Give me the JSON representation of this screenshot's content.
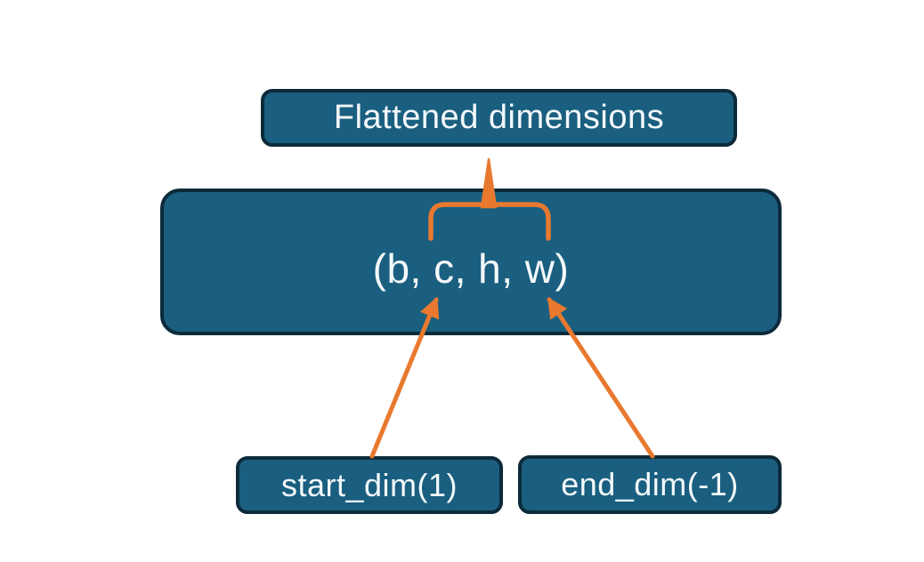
{
  "diagram": {
    "title_box": {
      "label": "Flattened dimensions"
    },
    "tensor_box": {
      "label": "(b, c, h, w)"
    },
    "start_dim_box": {
      "label": "start_dim(1)"
    },
    "end_dim_box": {
      "label": "end_dim(-1)"
    }
  },
  "colors": {
    "background": "#FFFFFF",
    "box_fill": "#1A5F80",
    "box_border": "#0D2A3A",
    "connector": "#E8792F",
    "text": "#F4F8FA"
  }
}
